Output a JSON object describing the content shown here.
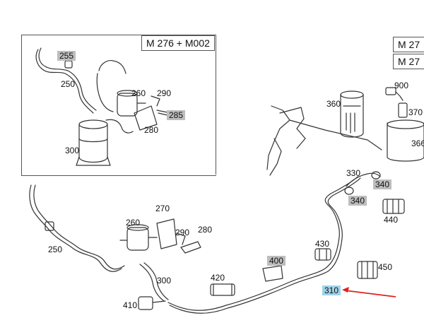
{
  "inset": {
    "model_label": "M 276 + M002",
    "parts": {
      "p255": "255",
      "p250": "250",
      "p260": "260",
      "p290": "290",
      "p285": "285",
      "p280": "280",
      "p300": "300"
    }
  },
  "right_models": {
    "top": "M 27",
    "bottom": "M 27"
  },
  "main": {
    "parts": {
      "p900": "900",
      "p360": "360",
      "p370": "370",
      "p366": "366",
      "p330": "330",
      "p340a": "340",
      "p340b": "340",
      "p440": "440",
      "p270": "270",
      "p260": "260",
      "p290": "290",
      "p280": "280",
      "p250": "250",
      "p430": "430",
      "p400": "400",
      "p450": "450",
      "p420": "420",
      "p300": "300",
      "p310": "310",
      "p410": "410"
    }
  },
  "colors": {
    "line": "#333333",
    "gray_tag": "#bdbdbd",
    "blue_tag": "#9fd3ea",
    "arrow": "#e02020"
  }
}
